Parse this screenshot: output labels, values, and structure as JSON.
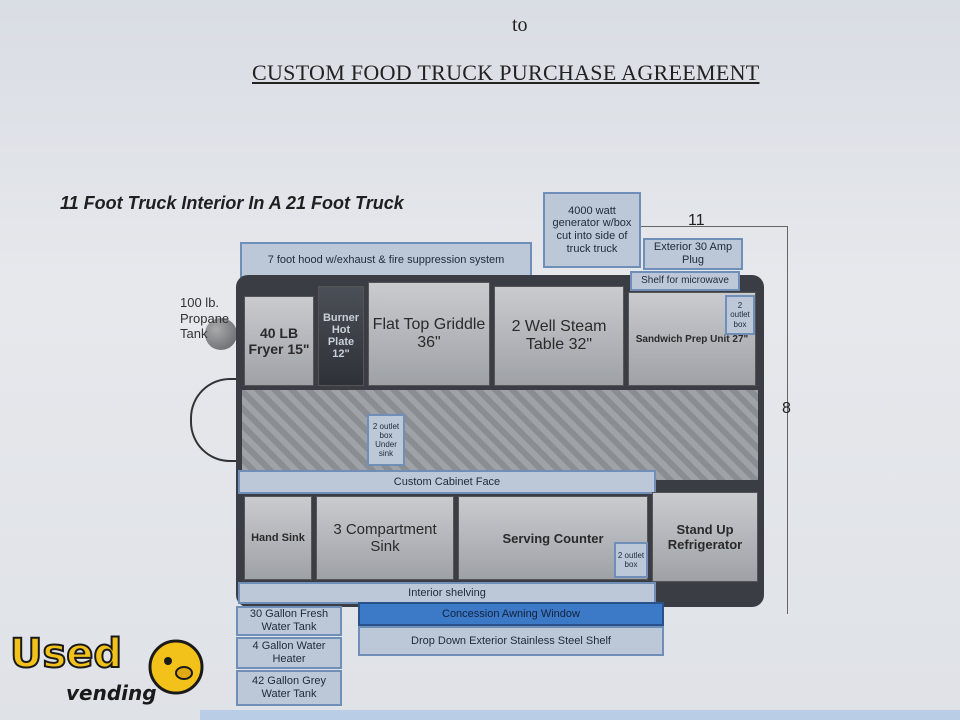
{
  "header": {
    "top_word": "to",
    "title": "CUSTOM FOOD TRUCK PURCHASE AGREEMENT"
  },
  "diagram": {
    "heading": "11 Foot Truck Interior In A 21 Foot Truck",
    "dimensions": {
      "length": "11",
      "width": "8"
    },
    "labels": {
      "generator": "4000 watt generator w/box cut into side of truck truck",
      "exterior_plug": "Exterior 30 Amp Plug",
      "hood": "7 foot hood w/exhaust & fire suppression system",
      "microwave_shelf": "Shelf for microwave",
      "outlet_right": "2 outlet box",
      "outlet_center": "2 outlet box Under sink",
      "cabinet_face": "Custom Cabinet Face",
      "outlet_counter": "2 outlet box",
      "interior_shelving": "Interior shelving",
      "fresh_tank": "30 Gallon Fresh Water Tank",
      "water_heater": "4 Gallon Water Heater",
      "grey_tank": "42 Gallon Grey Water Tank",
      "awning": "Concession Awning Window",
      "ext_shelf": "Drop Down Exterior Stainless Steel Shelf"
    },
    "propane": "100 lb. Propane Tank",
    "appliances": {
      "fryer": "40 LB Fryer 15\"",
      "hot_plate": "Burner Hot Plate 12\"",
      "griddle": "Flat Top Griddle 36\"",
      "steam_table": "2 Well Steam Table 32\"",
      "sandwich": "Sandwich Prep Unit 27\"",
      "hand_sink": "Hand Sink",
      "comp_sink": "3 Compartment Sink",
      "serving": "Serving Counter",
      "fridge": "Stand Up Refrigerator"
    }
  },
  "logo": {
    "word1": "Used",
    "word2": "vending"
  },
  "colors": {
    "label_bg": "#bcc8d8",
    "label_border": "#6f8fb8",
    "blue": "#3c79c6",
    "logo_yellow": "#f3c21a"
  }
}
